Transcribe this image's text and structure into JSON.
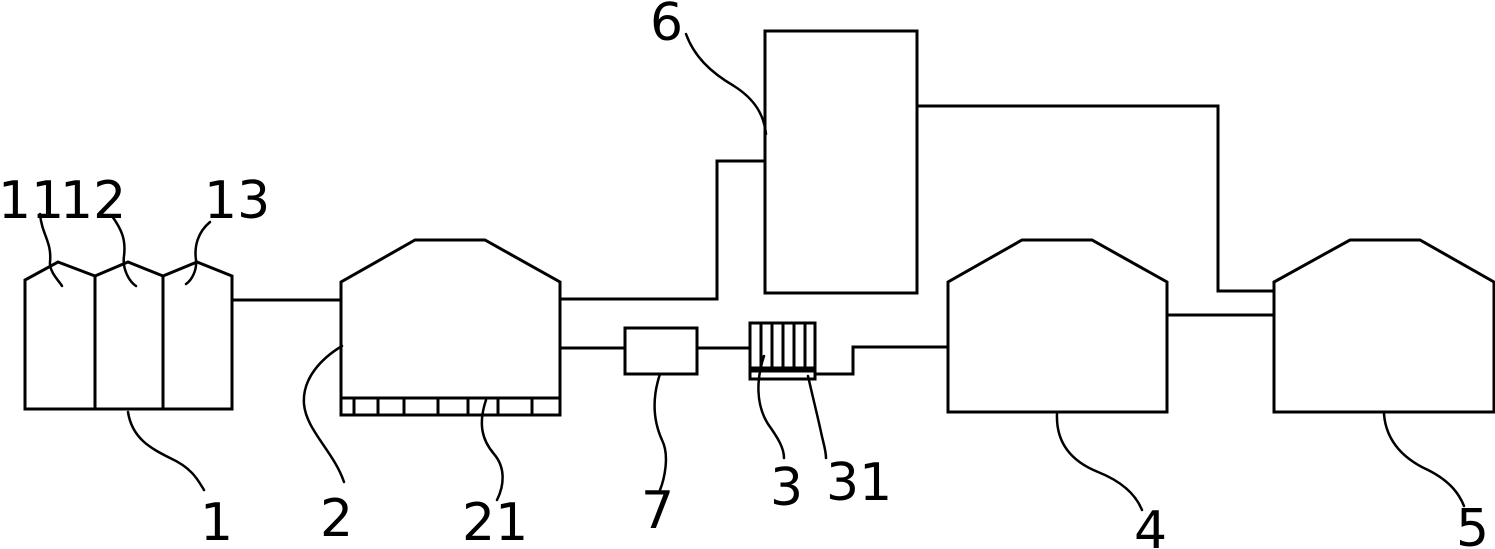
{
  "labels": {
    "unit_1": "1",
    "unit_11": "11",
    "unit_12": "12",
    "unit_13": "13",
    "unit_2": "2",
    "unit_21": "21",
    "unit_3": "3",
    "unit_31": "31",
    "unit_4": "4",
    "unit_5": "5",
    "unit_6": "6",
    "unit_7": "7"
  },
  "colors": {
    "stroke": "#000000",
    "background": "#ffffff"
  }
}
